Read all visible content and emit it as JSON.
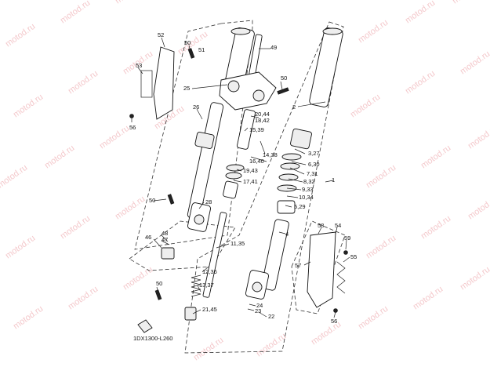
{
  "diagram_code": "1DX1300-L260",
  "watermark_text": "motod.ru",
  "colors": {
    "watermark": "#f4c9cc",
    "lines": "#111111",
    "background": "#ffffff"
  },
  "callouts": {
    "c52": "52",
    "c50a": "50",
    "c51": "51",
    "c49": "49",
    "c53": "53",
    "c50b": "50",
    "c25": "25",
    "c26": "26",
    "c2": "2",
    "c20_44": "20,44",
    "c18_42": "18,42",
    "c56a": "56",
    "c15_39": "15,39",
    "c3_27": "3,27",
    "c14_38": "14,38",
    "c16_40": "16,40",
    "c6_30": "6,30",
    "c19_43": "19,43",
    "c7_31": "7,31",
    "c1": "1",
    "c17_41": "17,41",
    "c8_32": "8,32",
    "c9_33": "9,33",
    "c10_34": "10,34",
    "c50c": "50",
    "c28": "28",
    "c5_29": "5,29",
    "c58": "58",
    "c54": "54",
    "c4": "4",
    "c48": "48",
    "c46": "46",
    "c47": "47",
    "c59": "59",
    "c11_35": "11,35",
    "c55": "55",
    "c57": "57",
    "c12_36": "12,36",
    "c13_37": "13,37",
    "c50d": "50",
    "c24": "24",
    "c21_45": "21,45",
    "c23": "23",
    "c22": "22",
    "c56b": "56"
  }
}
